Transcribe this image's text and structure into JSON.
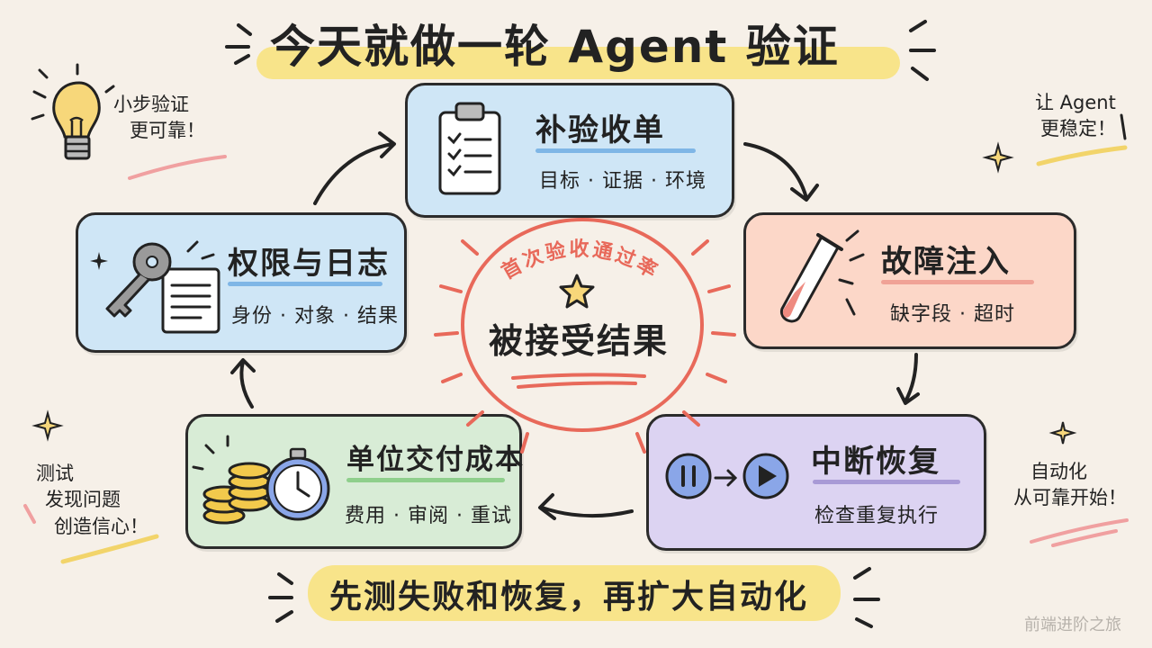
{
  "title": "今天就做一轮 Agent 验证",
  "center": {
    "arc_label": "首次验收通过率",
    "main": "被接受结果"
  },
  "cards": {
    "checklist": {
      "title": "补验收单",
      "sub": "目标 · 证据 · 环境",
      "color": "#cfe6f6"
    },
    "fault": {
      "title": "故障注入",
      "sub": "缺字段 · 超时",
      "color": "#fcd7c8"
    },
    "recovery": {
      "title": "中断恢复",
      "sub": "检查重复执行",
      "color": "#dcd3f2"
    },
    "cost": {
      "title": "单位交付成本",
      "sub": "费用 · 审阅 · 重试",
      "color": "#d8ecd6"
    },
    "perm": {
      "title": "权限与日志",
      "sub": "身份 · 对象 · 结果",
      "color": "#cfe6f6"
    }
  },
  "notes": {
    "top_left": [
      "小步验证",
      "更可靠！"
    ],
    "top_right": [
      "让 Agent",
      "更稳定！"
    ],
    "bottom_left": [
      "测试",
      "发现问题",
      "创造信心！"
    ],
    "bottom_right": [
      "自动化",
      "从可靠开始！"
    ]
  },
  "footer": "先测失败和恢复，再扩大自动化",
  "watermark": "前端进阶之旅",
  "colors": {
    "yellow": "#f8e48a",
    "red": "#e8695a",
    "blue_line": "#7fb6e6",
    "dark": "#2b2b2b"
  }
}
